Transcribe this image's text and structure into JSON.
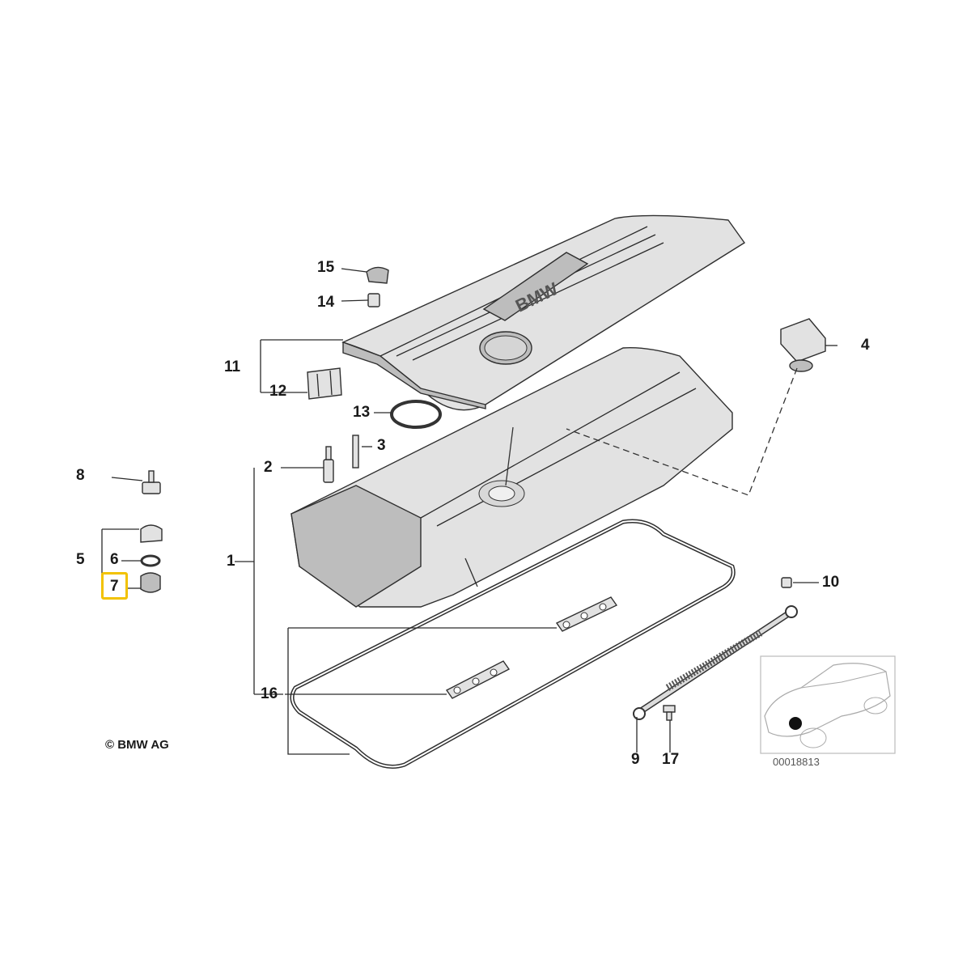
{
  "callouts": {
    "p1": "1",
    "p2": "2",
    "p3": "3",
    "p4": "4",
    "p5": "5",
    "p6": "6",
    "p7": "7",
    "p8": "8",
    "p9": "9",
    "p10": "10",
    "p11": "11",
    "p12": "12",
    "p13": "13",
    "p14": "14",
    "p15": "15",
    "p16": "16",
    "p17": "17"
  },
  "highlighted_part": "7",
  "highlight_color": "#f2c200",
  "copyright": "© BMW AG",
  "diagram_id": "00018813",
  "emblem_text": "BMW",
  "icons": [
    "bmw-car-locator-icon"
  ]
}
